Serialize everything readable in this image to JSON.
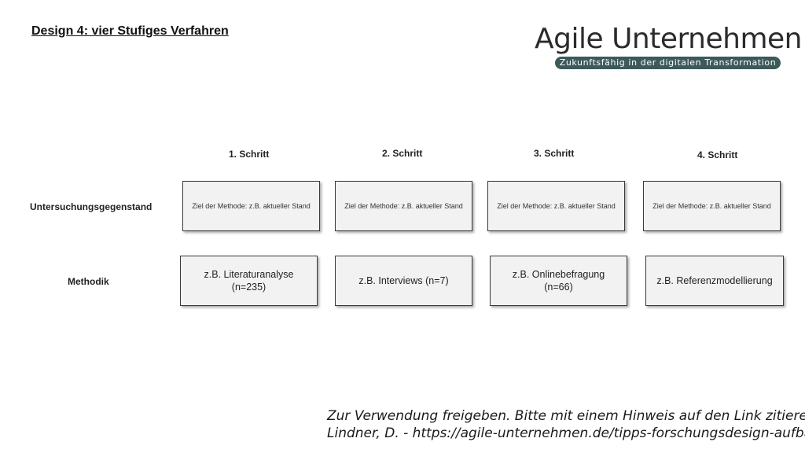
{
  "title": "Design 4: vier Stufiges Verfahren",
  "logo": {
    "name": "Agile Unternehmen",
    "tagline": "Zukunftsfähig in der digitalen Transformation"
  },
  "steps": [
    {
      "header": "1. Schritt",
      "goal": "Ziel der Methode: z.B. aktueller Stand",
      "method": "z.B. Literaturanalyse (n=235)"
    },
    {
      "header": "2. Schritt",
      "goal": "Ziel der Methode: z.B. aktueller Stand",
      "method": "z.B. Interviews (n=7)"
    },
    {
      "header": "3. Schritt",
      "goal": "Ziel der Methode: z.B. aktueller Stand",
      "method": "z.B. Onlinebefragung (n=66)"
    },
    {
      "header": "4. Schritt",
      "goal": "Ziel der Methode: z.B. aktueller Stand",
      "method": "z.B. Referenzmodellierung"
    }
  ],
  "rows": {
    "subject_label": "Untersuchungsgegenstand",
    "method_label": "Methodik"
  },
  "footer": {
    "line1": "Zur Verwendung freigeben. Bitte mit einem Hinweis auf den Link zitieren:",
    "line2": "Lindner, D. - https://agile-unternehmen.de/tipps-forschungsdesign-aufbau/"
  },
  "colors": {
    "logo_bar": "#3d5a5b",
    "box_fill": "#f2f2f2",
    "box_border": "#3a3a3a"
  }
}
